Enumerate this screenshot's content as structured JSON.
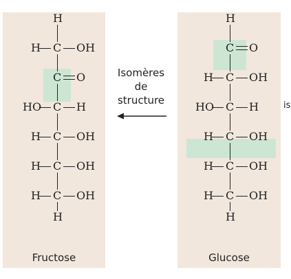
{
  "colors": {
    "panel": "#f1e7dd",
    "highlight": "#cde6d4",
    "text": "#222222"
  },
  "arrow_label": {
    "line1": "Isomères",
    "line2": "de",
    "line3": "structure"
  },
  "edge_text": "is",
  "fructose": {
    "name": "Fructose",
    "top_h": "H",
    "rows": [
      {
        "left": "H",
        "center": "C",
        "right": "OH"
      },
      {
        "left": "",
        "center": "C",
        "right": "O"
      },
      {
        "left": "HO",
        "center": "C",
        "right": "H"
      },
      {
        "left": "H",
        "center": "C",
        "right": "OH"
      },
      {
        "left": "H",
        "center": "C",
        "right": "OH"
      },
      {
        "left": "H",
        "center": "C",
        "right": "OH"
      }
    ],
    "bottom_h": "H"
  },
  "glucose": {
    "name": "Glucose",
    "top_h": "H",
    "rows": [
      {
        "left": "",
        "center": "C",
        "right": "O"
      },
      {
        "left": "H",
        "center": "C",
        "right": "OH"
      },
      {
        "left": "HO",
        "center": "C",
        "right": "H"
      },
      {
        "left": "H",
        "center": "C",
        "right": "OH"
      },
      {
        "left": "H",
        "center": "C",
        "right": "OH"
      },
      {
        "left": "H",
        "center": "C",
        "right": "OH"
      }
    ],
    "bottom_h": "H"
  }
}
